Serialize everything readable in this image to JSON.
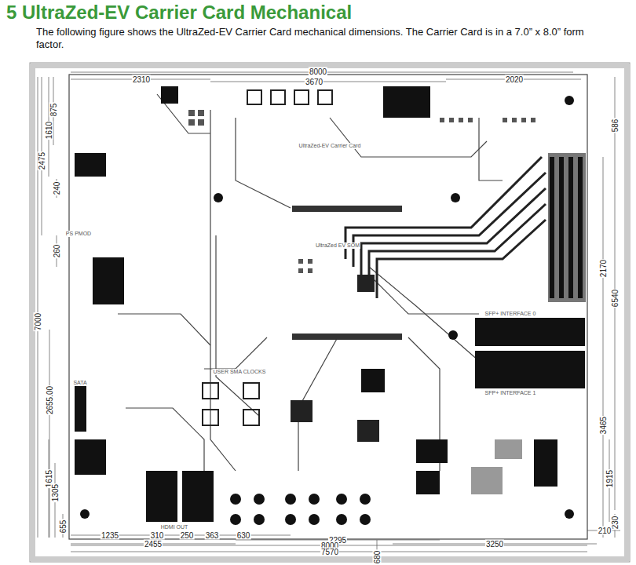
{
  "diagram": {
    "title": "5 UltraZed-EV Carrier Card Mechanical",
    "caption": "The following figure shows the UltraZed-EV Carrier Card mechanical dimensions. The Carrier Card is in a 7.0” x 8.0” form factor.",
    "labels": [
      "8000",
      "2310",
      "3670",
      "2020",
      "875",
      "1610",
      "2475",
      "240",
      "260",
      "7000",
      "2655.00",
      "1615",
      "1305",
      "655",
      "586",
      "2170",
      "6540",
      "3465",
      "1915",
      "230",
      "210",
      "1235",
      "310",
      "250",
      "363",
      "630",
      "2455",
      "2295",
      "8000",
      "3250",
      "7570",
      "680",
      "UltraZed EV SOM",
      "UltraZed-EV Carrier Card",
      "HDMI OUT",
      "USER SMA CLOCKS",
      "SFP+ INTERFACE 0",
      "SFP+ INTERFACE 1",
      "PS PMOD",
      "SATA"
    ]
  }
}
